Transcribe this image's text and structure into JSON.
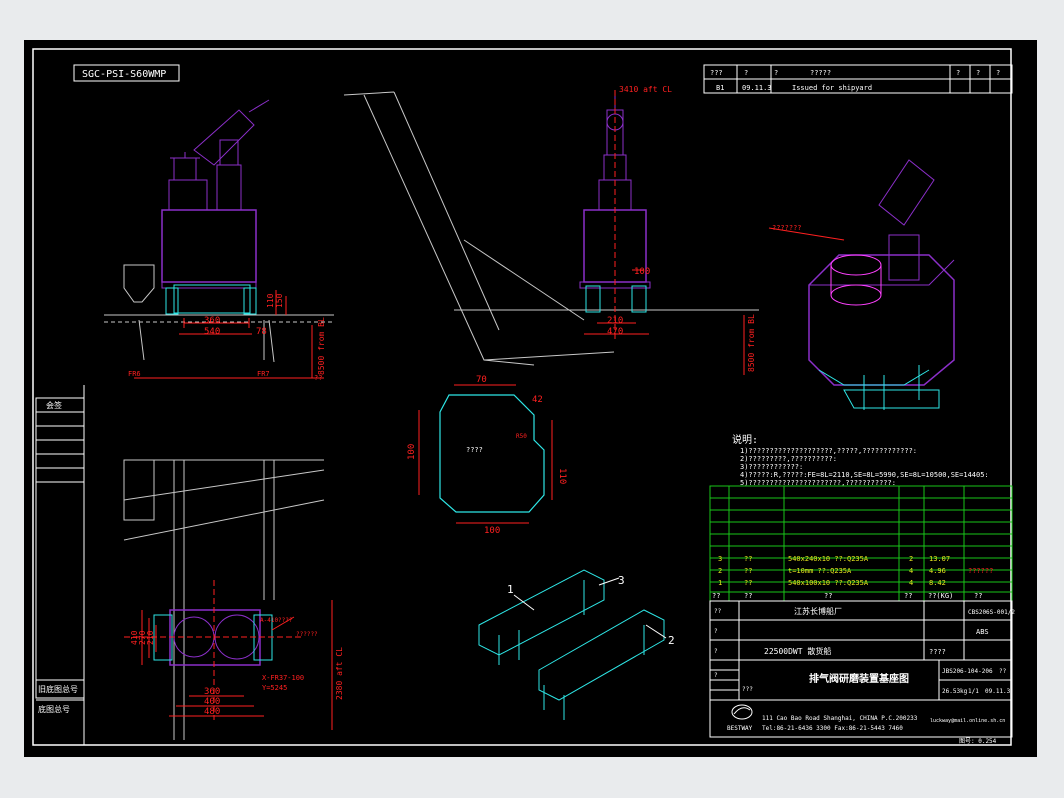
{
  "drawing_code": "SGC-PSI-S60WMP",
  "revision": {
    "header": [
      "???",
      "?",
      "?",
      "?????",
      "?",
      "?",
      "?"
    ],
    "row": [
      "B1",
      "09.11.3",
      "Issued for shipyard"
    ]
  },
  "views": {
    "left_elev": {
      "dims": [
        "360",
        "540",
        "78",
        "150",
        "110"
      ],
      "frames": [
        "FR6",
        "FR7"
      ],
      "height_note": "8500 from BL",
      "side_note": "??"
    },
    "center_elev": {
      "dims": [
        "3410 aft CL",
        "100",
        "210",
        "470"
      ],
      "height_note": "8500 from BL"
    },
    "template": {
      "dims": [
        "70",
        "42",
        "100",
        "110",
        "100",
        "R50"
      ],
      "label": "????"
    },
    "plan": {
      "dims": [
        "410",
        "270",
        "210",
        "360",
        "400",
        "480"
      ],
      "callout_a": "A-410????",
      "callout_b": "??????",
      "frame_note": [
        "X-FR37-100",
        "Y=5245"
      ],
      "height_note": "2380 aft CL"
    },
    "iso_note": "???????",
    "bracket_labels": [
      "1",
      "2",
      "3"
    ]
  },
  "notes": {
    "title": "说明:",
    "lines": [
      "1)????????????????????,?????,????????????:",
      "2)?????????,??????????:",
      "3)????????????:",
      "4)?????:R,?????:FE=8L=2110,SE=8L=5990,SE=8L=10500,SE=14405:",
      "5)??????????????????????,???????????:"
    ]
  },
  "bom": {
    "rows": [
      [
        "3",
        "??",
        "540x240x10 ??:Q235A",
        "2",
        "13.07",
        "??????"
      ],
      [
        "2",
        "??",
        "t=10mm ??:Q235A",
        "4",
        "4.96",
        ""
      ],
      [
        "1",
        "??",
        "540x100x10 ??:Q235A",
        "4",
        "8.42",
        ""
      ]
    ],
    "header": [
      "??",
      "??",
      "??",
      "??",
      "??(KG)",
      "??"
    ]
  },
  "title_block": {
    "company": "江苏长博船厂",
    "code_top": "CBS206S-001/2",
    "class": "ABS",
    "vessel": "22500DWT 散货船",
    "vessel_aux": "????",
    "title": "排气阀研磨装置基座图",
    "drawing_no": "JBS206-104-206",
    "scale_ref": "??",
    "sheet": "1/1",
    "date": "09.11.3",
    "weight_label": "26.53kg",
    "address": "111 Cao Bao Road Shanghai, CHINA    P.C.200233",
    "email": "luckway@mail.online.sh.cn",
    "phone": "Tel:86-21-6436 3300   Fax:86-21-5443 7460",
    "logo": "BESTWAY",
    "misc_small": [
      "???",
      "??",
      "?",
      "?",
      "?"
    ]
  },
  "footer": {
    "zoom": "图号: 0.254"
  },
  "side_stamps": [
    "会签",
    "旧底图总号",
    "底图总号"
  ],
  "colors": {
    "bg": "#000000",
    "frame": "#ffffff",
    "purple": "#8b2fc9",
    "cyan": "#2ee6e6",
    "red": "#ff2020",
    "green": "#19c419",
    "yellow": "#e6e61e",
    "magenta": "#ff40ff",
    "grey": "#c8c8c8"
  }
}
